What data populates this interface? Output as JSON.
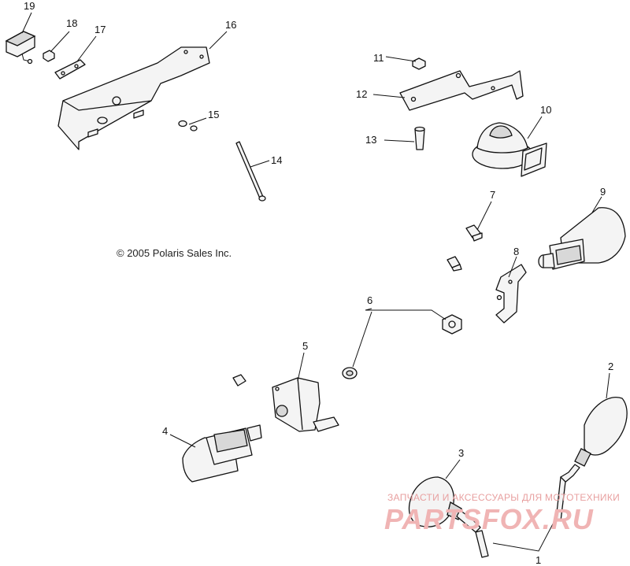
{
  "copyright": "© 2005 Polaris Sales Inc.",
  "watermark": {
    "tagline": "ЗАПЧАСТИ И АКСЕССУАРЫ ДЛЯ МОТОТЕХНИКИ",
    "brand": "PARTSFOX.RU"
  },
  "callouts": {
    "c1": "1",
    "c2": "2",
    "c3": "3",
    "c4": "4",
    "c5": "5",
    "c6": "6",
    "c7": "7",
    "c8": "8",
    "c9": "9",
    "c10": "10",
    "c11": "11",
    "c12": "12",
    "c13": "13",
    "c14": "14",
    "c15": "15",
    "c16": "16",
    "c17": "17",
    "c18": "18",
    "c19": "19"
  }
}
